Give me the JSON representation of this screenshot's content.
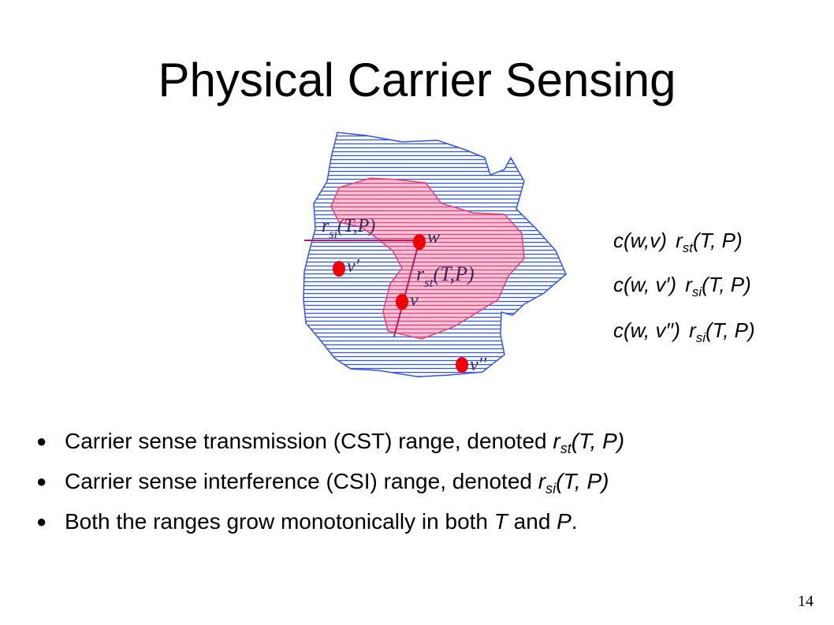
{
  "slide": {
    "title": "Physical Carrier Sensing",
    "page_number": "14"
  },
  "diagram": {
    "label_rsi": {
      "base": "r",
      "sub": "si",
      "rest": "(T,P)"
    },
    "label_rst": {
      "base": "r",
      "sub": "st",
      "rest": "(T,P)"
    },
    "node_w": "w",
    "node_v": "v",
    "node_v1": "v′",
    "node_v2": "v′′",
    "colors": {
      "outer_stripes": "#3355ee",
      "inner_stripes": "#e0407a",
      "inner_fill": "#f7c7d9",
      "node": "#ee0000",
      "line": "#c03070"
    }
  },
  "equations": [
    {
      "lhs": "c(w,v)",
      "rel": "",
      "r": "r",
      "sub": "st",
      "rhs": "(T, P)"
    },
    {
      "lhs": "c(w, v′)",
      "rel": "",
      "r": "r",
      "sub": "si",
      "rhs": "(T, P)"
    },
    {
      "lhs": "c(w, v′′)",
      "rel": "",
      "r": "r",
      "sub": "si",
      "rhs": "(T, P)"
    }
  ],
  "bullets": [
    {
      "dot": "●",
      "text": "Carrier sense transmission (CST) range, denoted ",
      "r": "r",
      "sub": "st",
      "tail": "(T, P)"
    },
    {
      "dot": "●",
      "text": "Carrier sense interference (CSI) range, denoted ",
      "r": "r",
      "sub": "si",
      "tail": "(T, P)"
    },
    {
      "dot": "●",
      "text_a": "Both the ranges grow monotonically in both ",
      "T": "T",
      "mid": " and ",
      "P": "P",
      "end": "."
    }
  ]
}
